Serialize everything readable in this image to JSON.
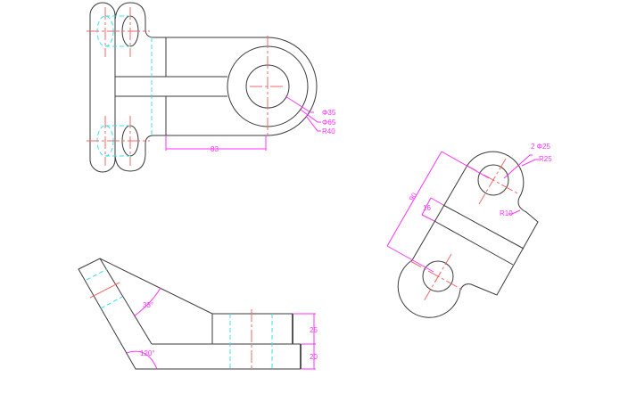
{
  "drawing": {
    "colors": {
      "outline": "#3a3a3a",
      "centerline": "#f06a6a",
      "hidden": "#3de0e8",
      "dimension": "#ff33ff"
    },
    "top_view": {
      "dim_bore": "Φ35",
      "dim_boss": "Φ65",
      "dim_radius": "R40",
      "dim_length": "83"
    },
    "rotated_view": {
      "dim_holes": "2 Φ25",
      "dim_radius": "R25",
      "dim_fillet": "R10",
      "dim_length": "90",
      "dim_width": "16"
    },
    "front_view": {
      "dim_angle_top": "33°",
      "dim_angle_bottom": "120°",
      "dim_height_upper": "25",
      "dim_height_lower": "20"
    }
  }
}
